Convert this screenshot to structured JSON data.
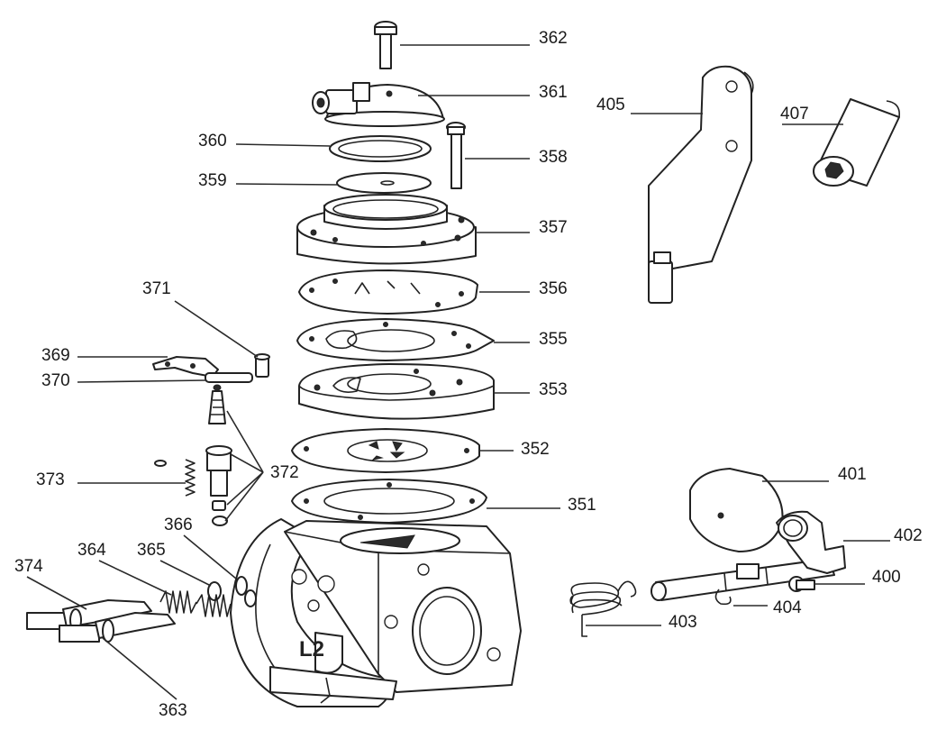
{
  "diagram": {
    "callouts": {
      "c362": "362",
      "c361": "361",
      "c360": "360",
      "c358": "358",
      "c359": "359",
      "c357": "357",
      "c356": "356",
      "c355": "355",
      "c353": "353",
      "c352": "352",
      "c351": "351",
      "c371": "371",
      "c369": "369",
      "c370": "370",
      "c373": "373",
      "c372": "372",
      "c366": "366",
      "c364": "364",
      "c365": "365",
      "c374": "374",
      "c363": "363",
      "c405": "405",
      "c407": "407",
      "c401": "401",
      "c402": "402",
      "c400": "400",
      "c404": "404",
      "c403": "403"
    },
    "body_mark": "L2"
  }
}
